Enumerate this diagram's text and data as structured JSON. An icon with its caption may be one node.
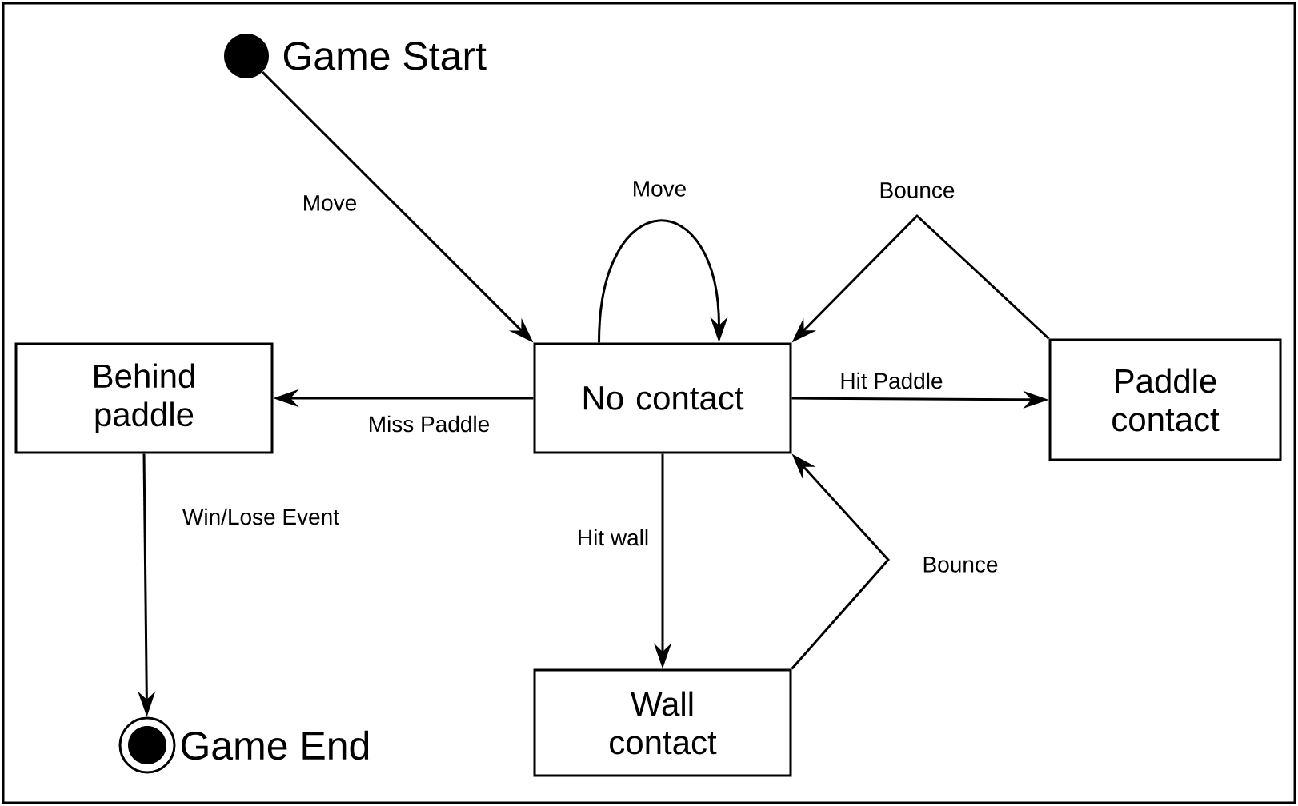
{
  "diagram": {
    "nodes": [
      {
        "text": [],
        "shape": "circle",
        "beside": [
          "Game Start"
        ]
      },
      {
        "text": [
          "No contact"
        ]
      },
      {
        "text": [
          "Behind paddle"
        ]
      },
      {
        "text": [
          "Paddle contact"
        ]
      },
      {
        "text": [
          "Wall contact"
        ]
      },
      {
        "text": [],
        "shape": "circle",
        "beside": [
          "Game End"
        ]
      }
    ],
    "edges": [
      {
        "from": 0,
        "to": 1,
        "arrow": "to",
        "label": "Move"
      },
      {
        "from": 1,
        "to": 1,
        "arrow": "to",
        "label": "Move"
      },
      {
        "from": 3,
        "to": 1,
        "arrow": "to",
        "label": "Bounce"
      },
      {
        "from": 1,
        "to": 3,
        "arrow": "to",
        "label": "Hit Paddle"
      },
      {
        "from": 1,
        "to": 2,
        "arrow": "to",
        "label": "Miss Paddle"
      },
      {
        "from": 1,
        "to": 4,
        "arrow": "to",
        "label": "Hit wall"
      },
      {
        "from": 4,
        "to": 1,
        "arrow": "to",
        "label": "Bounce"
      },
      {
        "from": 2,
        "to": 5,
        "arrow": "to",
        "label": "Win/Lose Event"
      }
    ]
  }
}
